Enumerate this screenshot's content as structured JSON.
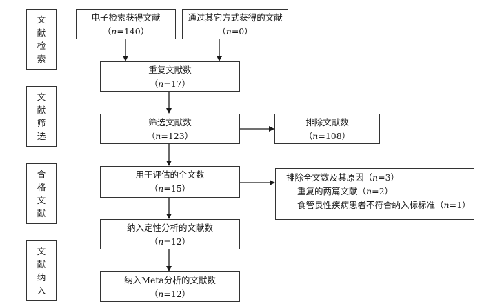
{
  "stages": {
    "search": "文献检索",
    "screen": "文献筛选",
    "eligible": "合格文献",
    "include": "文献纳入"
  },
  "boxes": {
    "electronic": {
      "title": "电子检索获得文献",
      "count": "140"
    },
    "other": {
      "title": "通过其它方式获得的文献",
      "count": "0"
    },
    "duplicates": {
      "title": "重复文献数",
      "count": "17"
    },
    "screened": {
      "title": "筛选文献数",
      "count": "123"
    },
    "excluded": {
      "title": "排除文献数",
      "count": "108"
    },
    "fulltext": {
      "title": "用于评估的全文数",
      "count": "15"
    },
    "qualitative": {
      "title": "纳入定性分析的文献数",
      "count": "12"
    },
    "meta": {
      "title": "纳入Meta分析的文献数",
      "count": "12"
    }
  },
  "exclusion_reasons": {
    "heading": "排除全文数及其原因",
    "heading_count": "3",
    "items": [
      {
        "text": "重复的两篇文献",
        "count": "2"
      },
      {
        "text": "食管良性疾病患者不符合纳入标标准",
        "count": "1"
      }
    ]
  },
  "labels": {
    "n": "n"
  }
}
